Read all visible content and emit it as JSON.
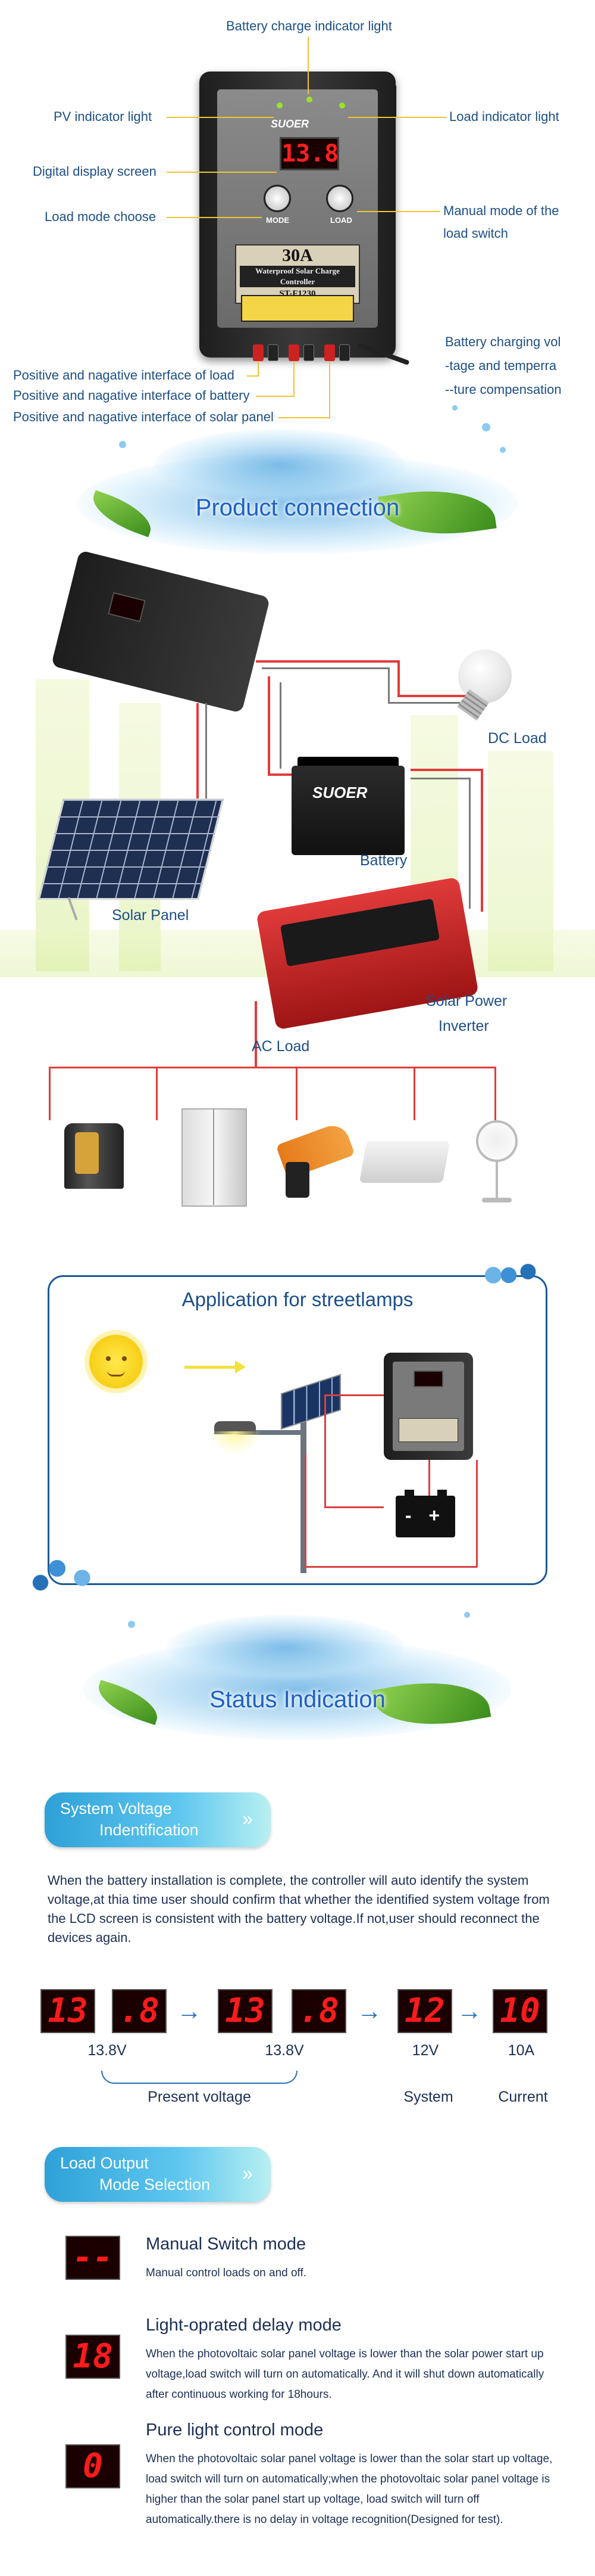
{
  "controller_labels": {
    "battery_charge_indicator": "Battery charge indicator light",
    "pv_indicator": "PV indicator light",
    "load_indicator": "Load indicator light",
    "digital_display": "Digital display screen",
    "load_mode_choose": "Load mode choose",
    "manual_mode_line1": "Manual mode of the",
    "manual_mode_line2": "load switch",
    "battery_voltage_line1": "Battery charging vol",
    "battery_voltage_line2": "-tage and temperra",
    "battery_voltage_line3": "--ture compensation",
    "interface_load": "Positive and nagative interface of load",
    "interface_battery": "Positive and nagative interface of battery",
    "interface_solar": "Positive and nagative interface of solar panel"
  },
  "device": {
    "brand": "SUOER",
    "display_value": "13.8",
    "mode_knob_label": "MODE",
    "load_knob_label": "LOAD",
    "rating": "30A",
    "product_name": "Waterproof Solar Charge Controller",
    "model": "ST-F1230"
  },
  "sections": {
    "product_connection": "Product connection",
    "status_indication": "Status Indication"
  },
  "connection": {
    "dc_load": "DC Load",
    "battery": "Battery",
    "battery_brand": "SUOER",
    "solar_panel": "Solar Panel",
    "inverter_line1": "Solar Power",
    "inverter_line2": "Inverter",
    "ac_load": "AC Load"
  },
  "streetlamp": {
    "title": "Application for streetlamps",
    "battery_symbol": "- +"
  },
  "system_voltage": {
    "pill_line1": "System Voltage",
    "pill_line2": "Indentification",
    "pill_chevron": "»",
    "description": "When the battery installation is complete, the controller will auto identify the system voltage,at thia time user should confirm that whether the identified system voltage from the LCD screen is consistent with the battery voltage.If not,user should reconnect the devices again.",
    "displays": [
      "13",
      ".8",
      "13",
      ".8",
      "12",
      "10"
    ],
    "arrows": [
      "→",
      "→",
      "→"
    ],
    "captions": [
      "13.8V",
      "13.8V",
      "12V",
      "10A"
    ],
    "present_voltage": "Present voltage",
    "system": "System",
    "current": "Current"
  },
  "load_output": {
    "pill_line1": "Load Output",
    "pill_line2": "Mode Selection",
    "pill_chevron": "»",
    "modes": [
      {
        "display": "--",
        "title": "Manual Switch mode",
        "desc": "Manual control loads on and off."
      },
      {
        "display": "18",
        "title": "Light-oprated delay mode",
        "desc": "When the photovoltaic solar panel voltage is lower than the solar power start up voltage,load switch will turn on automatically. And it will  shut down automatically after continuous working for 18hours."
      },
      {
        "display": "0",
        "title": "Pure light control mode",
        "desc": "When the photovoltaic solar panel voltage is lower than the solar start up voltage, load switch will turn on automatically;when the photovoltaic solar panel voltage is higher than the solar panel start up voltage, load switch will turn off automatically.there is no delay in voltage recognition(Designed for test)."
      }
    ]
  }
}
